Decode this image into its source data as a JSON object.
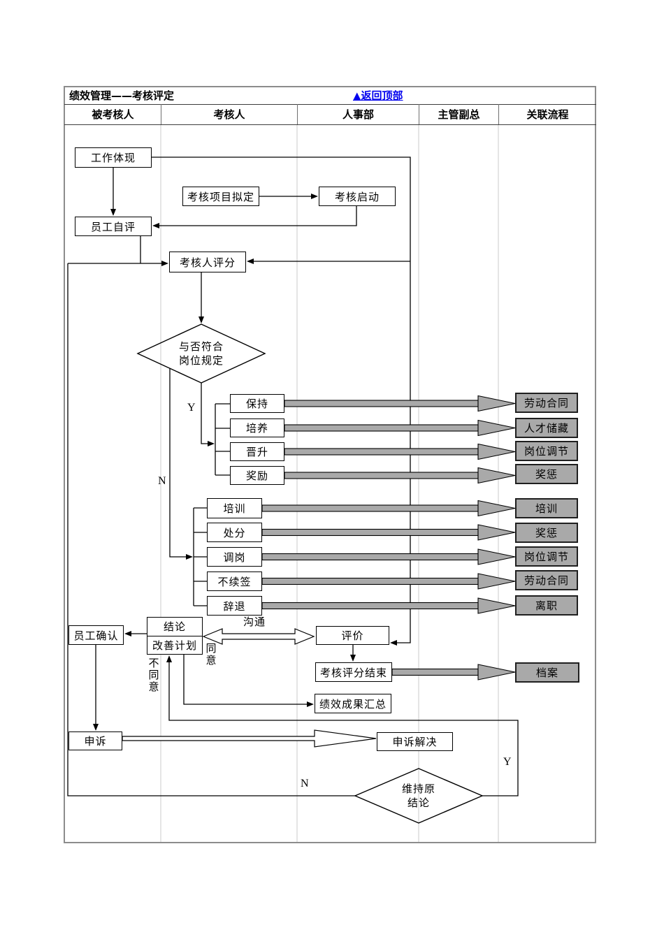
{
  "header": {
    "title": "绩效管理——考核评定",
    "back_to_top": "▲返回顶部",
    "columns": [
      "被考核人",
      "考核人",
      "人事部",
      "主管副总",
      "关联流程"
    ]
  },
  "nodes": {
    "work_performance": "工作体现",
    "project_draft": "考核项目拟定",
    "assessment_start": "考核启动",
    "self_evaluation": "员工自评",
    "assessor_scoring": "考核人评分",
    "decision_fit_line1": "与否符合",
    "decision_fit_line2": "岗位规定",
    "keep": "保持",
    "cultivate": "培养",
    "promote": "晋升",
    "reward": "奖励",
    "training": "培训",
    "punishment": "处分",
    "job_transfer": "调岗",
    "no_renewal": "不续签",
    "dismissal": "辞退",
    "conclusion": "结论",
    "improvement_plan": "改善计划",
    "employee_confirm": "员工确认",
    "evaluation": "评价",
    "scoring_end": "考核评分结束",
    "results_summary": "绩效成果汇总",
    "appeal": "申诉",
    "appeal_resolution": "申诉解决",
    "decision_maintain_line1": "维持原",
    "decision_maintain_line2": "结论"
  },
  "related_processes": [
    "劳动合同",
    "人才储藏",
    "岗位调节",
    "奖惩",
    "培训",
    "奖惩",
    "岗位调节",
    "劳动合同",
    "离职",
    "档案"
  ],
  "edge_labels": {
    "y_fit": "Y",
    "n_fit": "N",
    "communicate": "沟通",
    "agree": "同意",
    "disagree": "不同意",
    "n_maintain": "N",
    "y_maintain": "Y"
  },
  "colors": {
    "link": "#0000ee",
    "gray_fill": "#a9a9a9",
    "grid": "#cbcbcb",
    "table_border": "#8c8c8c",
    "line": "#000000"
  }
}
